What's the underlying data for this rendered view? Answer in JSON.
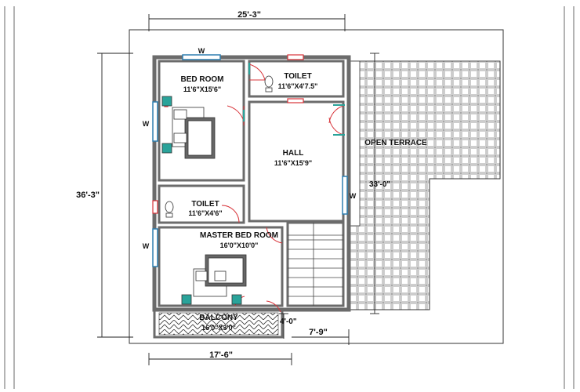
{
  "dimensions": {
    "top_width": "25'-3\"",
    "left_height": "36'-3\"",
    "bottom_left": "17'-6\"",
    "bottom_right": "7'-9\"",
    "terrace_height": "33'-0\"",
    "balcony_offset": "4'-0\""
  },
  "rooms": {
    "bedroom": {
      "name": "BED ROOM",
      "size": "11'6\"X15'6\""
    },
    "toilet_top": {
      "name": "TOILET",
      "size": "11'6\"X4'7.5\""
    },
    "hall": {
      "name": "HALL",
      "size": "11'6\"X15'9\""
    },
    "toilet_mid": {
      "name": "TOILET",
      "size": "11'6\"X4'6\""
    },
    "master": {
      "name": "MASTER BED ROOM",
      "size": "16'0\"X10'0\""
    },
    "balcony": {
      "name": "BALCONY",
      "size": "16'0\"X3'0\""
    },
    "terrace": {
      "name": "OPEN TERRACE"
    }
  },
  "windows": {
    "top": "W",
    "bedroom_left": "W",
    "master_left": "W",
    "hall_right": "W"
  },
  "colors": {
    "wall": "#6b6b6b",
    "window": "#2f7fb0",
    "door": "#d8343a",
    "fixture": "#2aa39a",
    "dimension": "#222222"
  }
}
